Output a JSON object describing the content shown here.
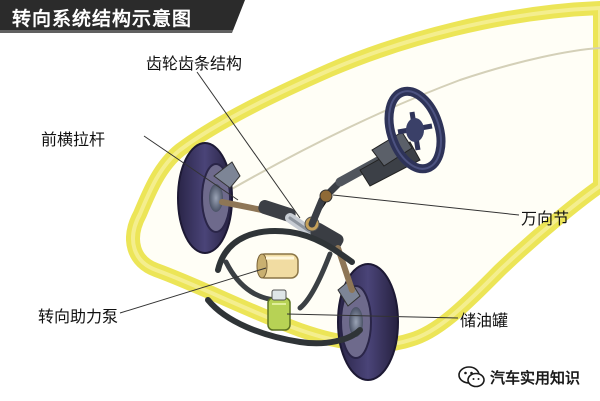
{
  "title": "转向系统结构示意图",
  "labels": {
    "gear": "齿轮齿条结构",
    "tie_rod": "前横拉杆",
    "ujoint": "万向节",
    "pump": "转向助力泵",
    "reservoir": "储油罐"
  },
  "watermark": {
    "text": "汽车实用知识",
    "icon": "wechat-icon"
  },
  "colors": {
    "banner": "#2b2b2b",
    "body_outline": "#e9e24a",
    "tire": "#3b3564",
    "steering_wheel": "#2e3358",
    "chassis": "#2f3437"
  }
}
